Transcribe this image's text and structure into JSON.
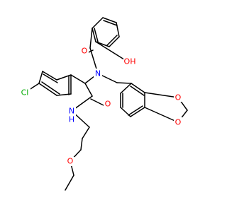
{
  "colors": {
    "bond": "#000000",
    "O": "#ff0000",
    "N": "#0000ff",
    "Cl": "#00aa00",
    "background": "#ffffff"
  },
  "atoms": {
    "o_carbonyl_benzoyl": "O",
    "oh_phenol": "OH",
    "n_tertiary_amine": "N",
    "cl_chloro": "Cl",
    "o_dioxole_upper": "O",
    "o_dioxole_lower": "O",
    "o_carbonyl_amide": "O",
    "n_amide": "N",
    "h_amide": "H",
    "o_ether": "O"
  }
}
